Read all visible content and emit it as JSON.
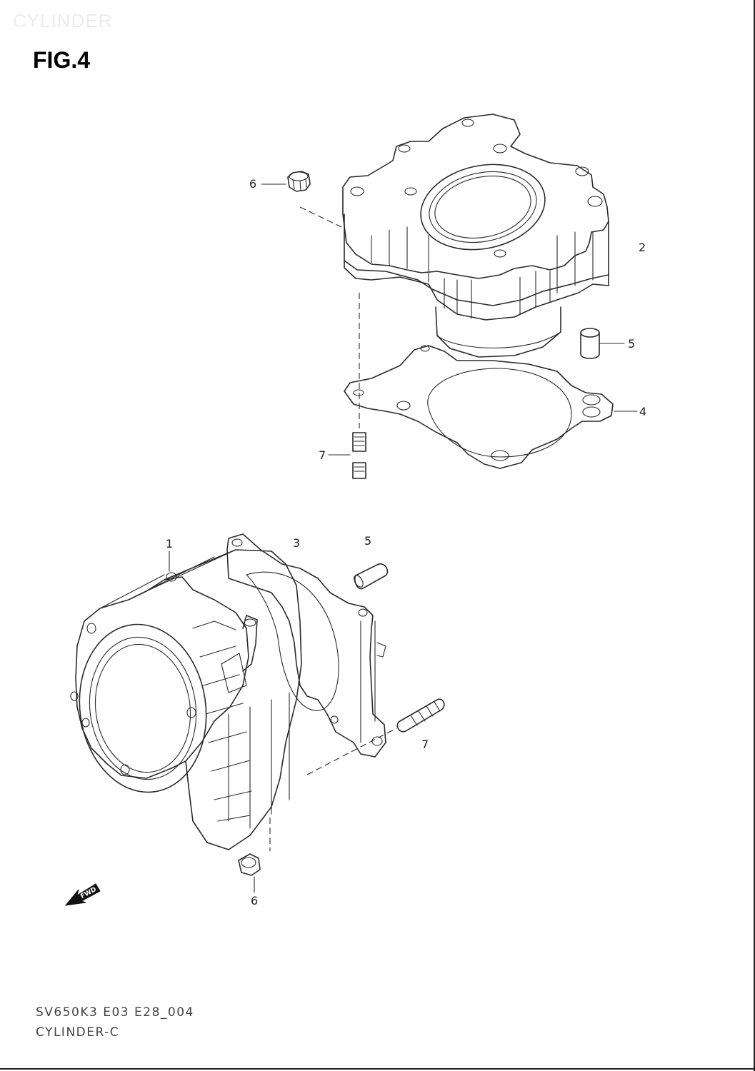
{
  "header": {
    "watermark": "CYLINDER",
    "figure_label": "FIG.4"
  },
  "callouts": {
    "upper": {
      "c6": "6",
      "c2": "2",
      "c5": "5",
      "c4": "4",
      "c7": "7"
    },
    "lower": {
      "c1": "1",
      "c3": "3",
      "c5": "5",
      "c7": "7",
      "c6": "6"
    }
  },
  "fwd_arrow": {
    "text": "FWD",
    "icon": "fwd-arrow-icon"
  },
  "footer": {
    "code": "SV650K3 E03 E28_004",
    "name": "CYLINDER-C"
  },
  "colors": {
    "line": "#2a2a2a",
    "background": "#ffffff",
    "watermark": "#ececec"
  }
}
